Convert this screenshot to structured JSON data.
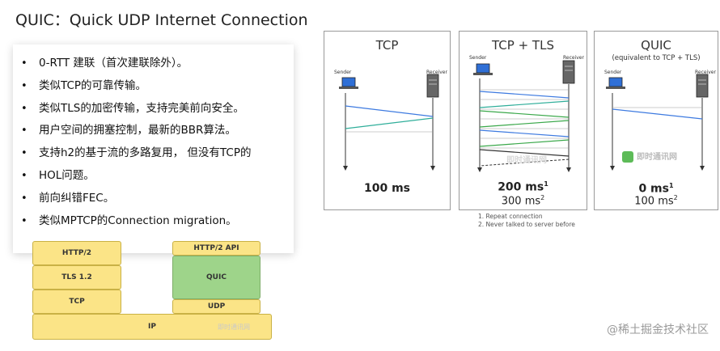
{
  "title": "QUIC：Quick UDP Internet Connection",
  "bullets": [
    "0-RTT 建联（首次建联除外）。",
    "类似TCP的可靠传输。",
    "类似TLS的加密传输，支持完美前向安全。",
    "用户空间的拥塞控制，最新的BBR算法。",
    "支持h2的基于流的多路复用， 但没有TCP的",
    "HOL问题。",
    "前向纠错FEC。",
    "类似MPTCP的Connection migration。"
  ],
  "stack": {
    "left": [
      "HTTP/2",
      "TLS 1.2",
      "TCP"
    ],
    "right": [
      "HTTP/2 API",
      "QUIC",
      "UDP"
    ],
    "base": "IP",
    "logo_text": "即时通讯网"
  },
  "colors": {
    "yellow": "#fbe487",
    "green": "#9ed48a",
    "blue": "#3d7ae0",
    "teal": "#2fae9a",
    "green_arrow": "#3aa84a"
  },
  "panels": [
    {
      "title": "TCP",
      "subtitle": "",
      "sender": "Sender",
      "receiver": "Receiver",
      "ms": "100 ms",
      "ms_sup": "",
      "ms2": "",
      "ms2_sup": ""
    },
    {
      "title": "TCP + TLS",
      "subtitle": "",
      "sender": "Sender",
      "receiver": "Receiver",
      "ms": "200 ms",
      "ms_sup": "1",
      "ms2": "300 ms",
      "ms2_sup": "2",
      "logo_text": "即时通讯网"
    },
    {
      "title": "QUIC",
      "subtitle": "(equivalent to TCP + TLS)",
      "sender": "Sender",
      "receiver": "Receiver",
      "ms": "0 ms",
      "ms_sup": "1",
      "ms2": "100 ms",
      "ms2_sup": "2"
    }
  ],
  "notes": [
    "1. Repeat connection",
    "2. Never talked to server before"
  ],
  "watermark": "@稀土掘金技术社区"
}
